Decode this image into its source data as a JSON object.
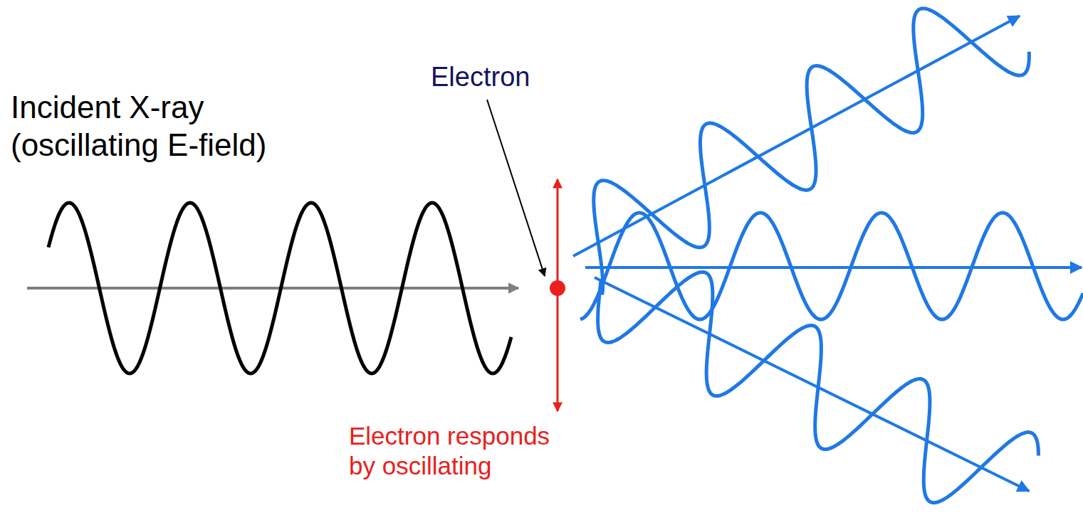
{
  "diagram": {
    "labels": [
      "Incident X-ray (oscillating E-field)",
      "Electron",
      "Electron responds by oscillating"
    ]
  }
}
